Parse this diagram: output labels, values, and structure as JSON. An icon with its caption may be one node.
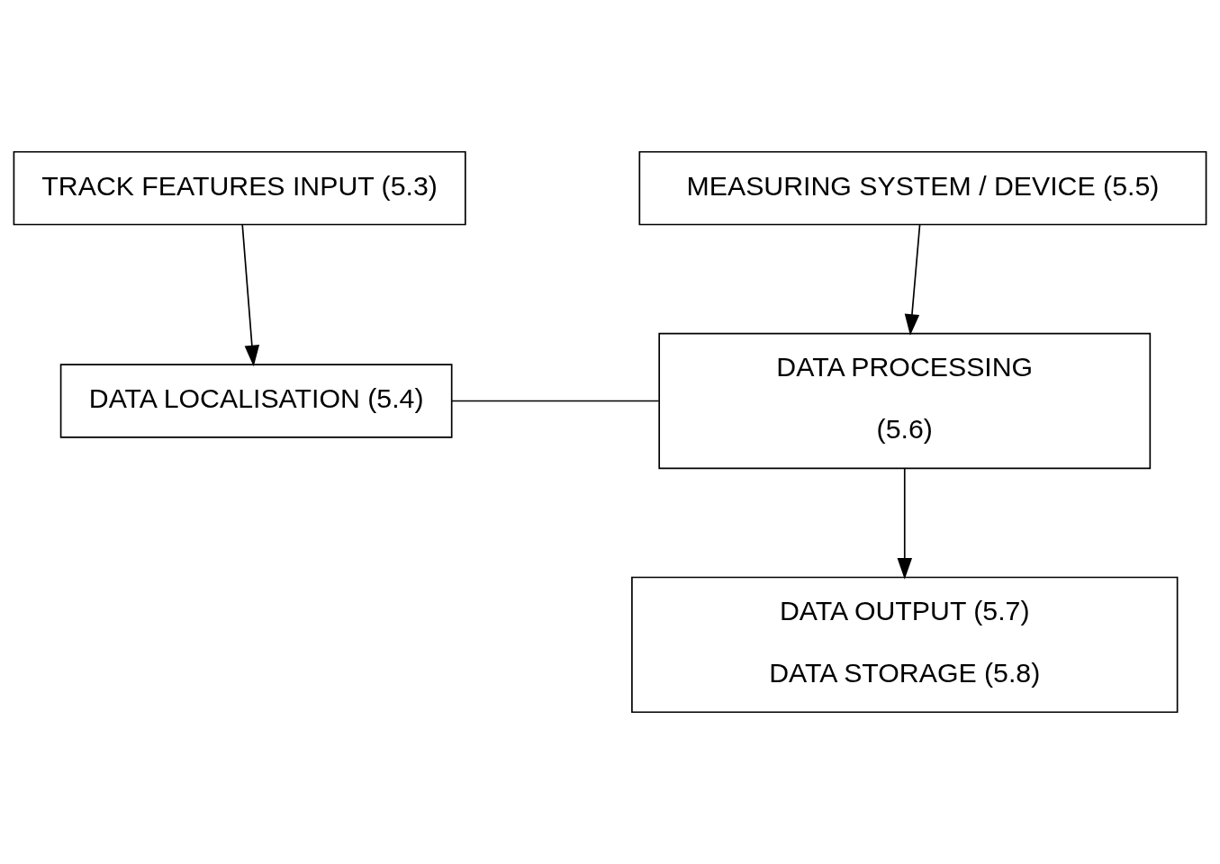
{
  "diagram": {
    "nodes": [
      {
        "text": [
          "TRACK FEATURES INPUT (5.3)"
        ]
      },
      {
        "text": [
          "MEASURING SYSTEM / DEVICE (5.5)"
        ]
      },
      {
        "text": [
          "DATA LOCALISATION (5.4)"
        ]
      },
      {
        "text": [
          "DATA PROCESSING",
          "(5.6)"
        ]
      },
      {
        "text": [
          "DATA OUTPUT (5.7)",
          "DATA STORAGE (5.8)"
        ]
      }
    ],
    "edges": [
      {
        "from": 0,
        "to": 2,
        "arrow": "to"
      },
      {
        "from": 1,
        "to": 3,
        "arrow": "to"
      },
      {
        "from": 2,
        "to": 3,
        "arrow": "none"
      },
      {
        "from": 3,
        "to": 4,
        "arrow": "to"
      }
    ]
  }
}
